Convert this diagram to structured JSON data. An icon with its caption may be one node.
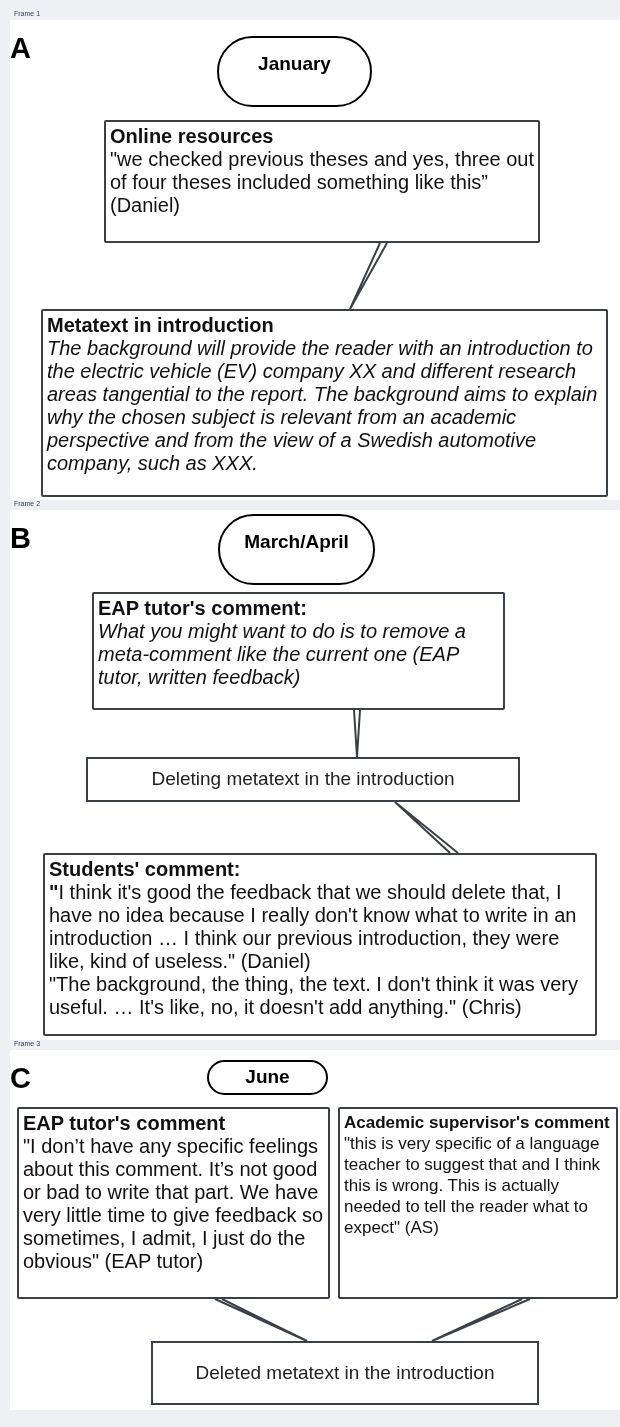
{
  "diagram": {
    "nodes": [
      {
        "text": [
          "Frame 1",
          "A"
        ]
      },
      {
        "text": [
          "January"
        ],
        "in": 0
      },
      {
        "text": [
          "Online resources",
          "\"we checked previous theses and yes, three out of four theses included something like this” (Daniel)"
        ],
        "in": 0
      },
      {
        "text": [
          "Metatext in introduction",
          "The background will provide the reader with an introduction to the electric vehicle (EV) company XX and different research areas tangential to the report. The background aims to explain why the chosen subject is relevant from an academic perspective and from the view of a Swedish automotive company, such as XXX."
        ],
        "in": 0
      },
      {
        "text": [
          "Frame 2",
          "B"
        ]
      },
      {
        "text": [
          "March/April"
        ],
        "in": 4
      },
      {
        "text": [
          "EAP tutor's comment:",
          "What you might want to do is to remove a meta-comment like the current one (EAP tutor, written feedback)"
        ],
        "in": 4
      },
      {
        "text": [
          "Deleting metatext in the introduction"
        ],
        "in": 4
      },
      {
        "text": [
          "Students' comment:",
          "**\"**I think it's good the feedback that we should delete that, I have no idea because I really don't know what to write in an introduction … I think our previous introduction, they were like, kind of useless.\" (Daniel)",
          "\"The background, the thing, the text. I don't think it was very useful. … It's like, no, it doesn't add anything.\" (Chris)"
        ],
        "in": 4
      },
      {
        "text": [
          "Frame 3",
          "C"
        ]
      },
      {
        "text": [
          "June"
        ],
        "in": 9
      },
      {
        "text": [
          "EAP tutor's comment",
          "\"I don’t have any specific feelings about this comment. It’s not good or bad to write that part. We have very little time to give feedback so sometimes, I admit, I just do the obvious\" (EAP tutor)"
        ],
        "in": 9
      },
      {
        "text": [
          "Academic supervisor's comment",
          "\"this is very specific of a language teacher to suggest that and I think this is wrong. This is actually needed to tell the reader what to expect\" (AS)"
        ],
        "in": 9
      },
      {
        "text": [
          "Deleted metatext in the introduction"
        ],
        "in": 9
      }
    ],
    "edges": [
      {
        "from": 2,
        "to": 3,
        "arrow": "none"
      },
      {
        "from": 6,
        "to": 7,
        "arrow": "none"
      },
      {
        "from": 8,
        "to": 7,
        "arrow": "none"
      },
      {
        "from": 11,
        "to": 13,
        "arrow": "none"
      },
      {
        "from": 12,
        "to": 13,
        "arrow": "none"
      }
    ]
  }
}
